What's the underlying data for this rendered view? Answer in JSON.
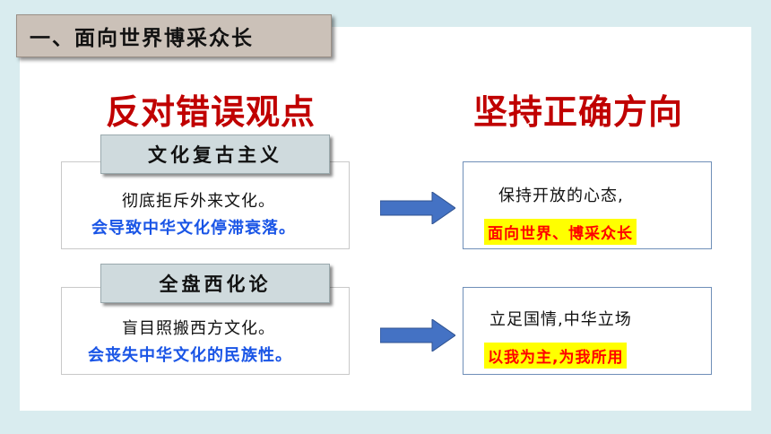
{
  "section_title": "一、面向世界博采众长",
  "headings": {
    "left": "反对错误观点",
    "right": "坚持正确方向"
  },
  "rows": [
    {
      "label": "文化复古主义",
      "line1": "彻底拒斥外来文化。",
      "line2": "会导致中华文化停滞衰落。",
      "right_line": "保持开放的心态,",
      "right_highlight": "面向世界、博采众长"
    },
    {
      "label": "全盘西化论",
      "line1": "盲目照搬西方文化。",
      "line2": "会丧失中华文化的民族性。",
      "right_line": "立足国情,中华立场",
      "right_highlight": "以我为主,为我所用"
    }
  ],
  "colors": {
    "page_bg": "#d9ecef",
    "heading": "#c00000",
    "blue_text": "#1a55e6",
    "highlight_bg": "#ffff00",
    "highlight_text": "#ff0000",
    "arrow": "#4472c4"
  }
}
